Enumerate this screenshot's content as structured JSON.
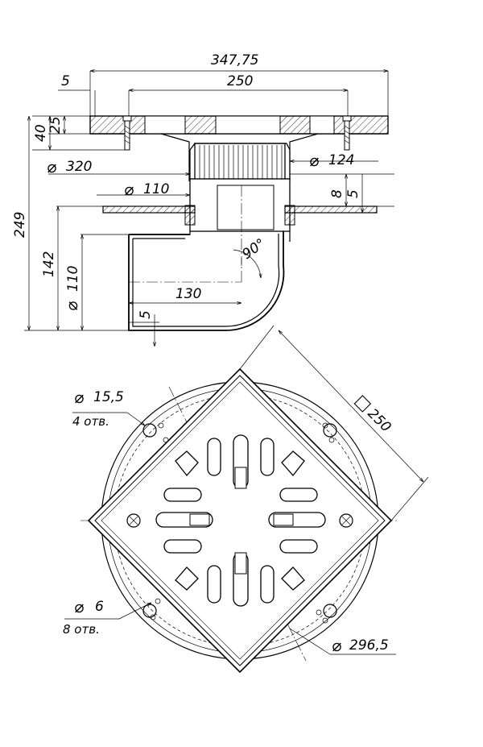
{
  "diameter_symbol": "⌀",
  "square_symbol": "□",
  "side_view": {
    "dimensions": {
      "overall_width": "347,75",
      "flange_offset": "5",
      "bolt_spacing": "250",
      "flange_height": "40",
      "flange_thickness": "25",
      "total_height": "249",
      "flange_diameter": "320",
      "grate_diameter": "124",
      "socket_diameter": "110",
      "collar_8": "8",
      "collar_5": "5",
      "elbow_height": "142",
      "outlet_diameter": "110",
      "outlet_length": "130",
      "wall_thickness": "5",
      "elbow_angle": "90°"
    }
  },
  "plan_view": {
    "dimensions": {
      "hole_large": "15,5",
      "hole_large_count": "4 отв.",
      "hole_small": "6",
      "hole_small_count": "8 отв.",
      "grate_square": "250",
      "body_diameter": "296,5"
    }
  }
}
